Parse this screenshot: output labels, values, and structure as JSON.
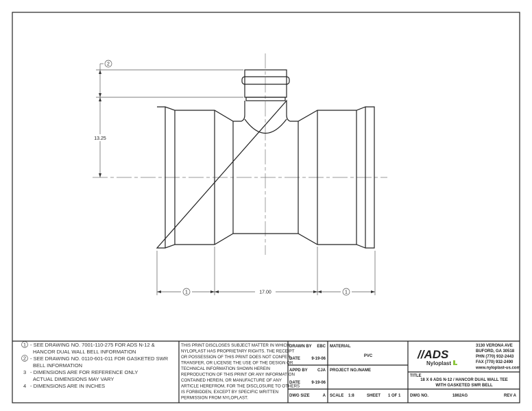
{
  "drawing": {
    "dimensions": {
      "branch_height": "13.25",
      "body_length": "17.00",
      "ref_note_1": "1",
      "ref_note_2": "2"
    }
  },
  "notes": [
    {
      "marker": "1",
      "lines": [
        "- SEE DRAWING NO. 7001-110-275 FOR ADS N-12 &",
        "HANCOR DUAL WALL BELL INFORMATION"
      ]
    },
    {
      "marker": "2",
      "lines": [
        "- SEE DRAWING NO. 0110-601-011 FOR GASKETED SWR",
        "BELL INFORMATION"
      ]
    },
    {
      "marker": "3",
      "lines": [
        "- DIMENSIONS ARE FOR REFERENCE ONLY",
        "ACTUAL DIMENSIONS MAY VARY"
      ]
    },
    {
      "marker": "4",
      "lines": [
        "- DIMENSIONS ARE IN INCHES"
      ]
    }
  ],
  "proprietary": [
    "THIS PRINT DISCLOSES SUBJECT MATTER IN WHICH",
    "NYLOPLAST HAS PROPRIETARY RIGHTS.  THE RECEIPT",
    "OR POSSESSION OF THIS PRINT DOES NOT CONFER,",
    "TRANSFER, OR LICENSE THE USE OF THE DESIGN OR",
    "TECHNICAL INFORMATION SHOWN HEREIN",
    "REPRODUCTION OF THIS PRINT OR ANY INFORMATION",
    "CONTAINED HEREIN, OR MANUFACTURE OF ANY",
    "ARTICLE HEREFROM, FOR THE DISCLOSURE TO OTHERS",
    "IS FORBIDDEN, EXCEPT BY SPECIFIC WRITTEN",
    "PERMISSION FROM NYLOPLAST."
  ],
  "title_block": {
    "drawn_by_label": "DRAWN BY",
    "drawn_by": "EBC",
    "date_label": "DATE",
    "drawn_date": "9-19-06",
    "appd_by_label": "APPD BY",
    "appd_by": "CJA",
    "appd_date": "9-19-06",
    "dwg_size_label": "DWG SIZE",
    "dwg_size": "A",
    "material_label": "MATERIAL",
    "material": "PVC",
    "project_label": "PROJECT NO./NAME",
    "scale_label": "SCALE",
    "scale": "1:8",
    "sheet_label": "SHEET",
    "sheet": "1 OF 1",
    "logo_ads": "//ADS",
    "logo_nyloplast": "Nyloplast",
    "address": [
      "3130 VERONA AVE",
      "BUFORD, GA 30518",
      "PHN (770) 932-2443",
      "FAX (770) 932-2490",
      "www.nyloplast-us.com"
    ],
    "title_label": "TITLE",
    "title_lines": [
      "18 X 6 ADS N-12 / HANCOR DUAL WALL TEE",
      "WITH GASKETED SWR BELL"
    ],
    "dwg_no_label": "DWG NO.",
    "dwg_no": "1862AG",
    "rev_label": "REV",
    "rev": "A"
  },
  "colors": {
    "logo_accent": "#8dc63f",
    "line": "#222222"
  }
}
